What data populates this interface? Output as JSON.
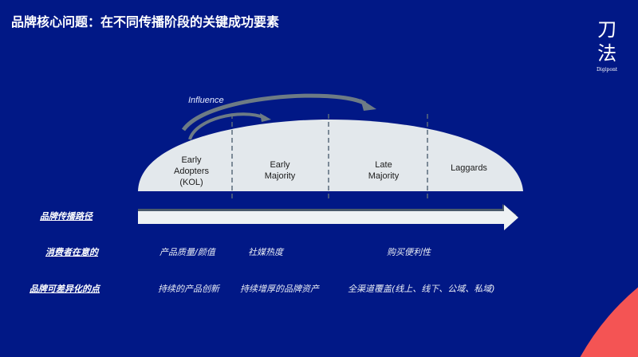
{
  "title": "品牌核心问题：在不同传播阶段的关键成功要素",
  "logo": {
    "chars": [
      "刀",
      "法"
    ],
    "subtitle": "Digipont"
  },
  "diagram": {
    "influence_label": "Influence",
    "stages": [
      {
        "lines": [
          "Early",
          "Adopters",
          "(KOL)"
        ]
      },
      {
        "lines": [
          "Early",
          "Majority"
        ]
      },
      {
        "lines": [
          "Late",
          "Majority"
        ]
      },
      {
        "lines": [
          "Laggards"
        ]
      }
    ]
  },
  "rows": [
    {
      "label": "品牌传播路径",
      "cells": []
    },
    {
      "label": "消费者在意的",
      "cells": [
        "产品质量/颜值",
        "社媒热度",
        "购买便利性"
      ]
    },
    {
      "label": "品牌可差异化的点",
      "cells": [
        "持续的产品创新",
        "持续增厚的品牌资产",
        "全渠道覆盖(线上、线下、公域、私域)"
      ]
    }
  ],
  "colors": {
    "background": "#011886",
    "dome": "#e3e8ec",
    "accent": "#f45454",
    "arrow_shadow": "#4a5a6a"
  }
}
